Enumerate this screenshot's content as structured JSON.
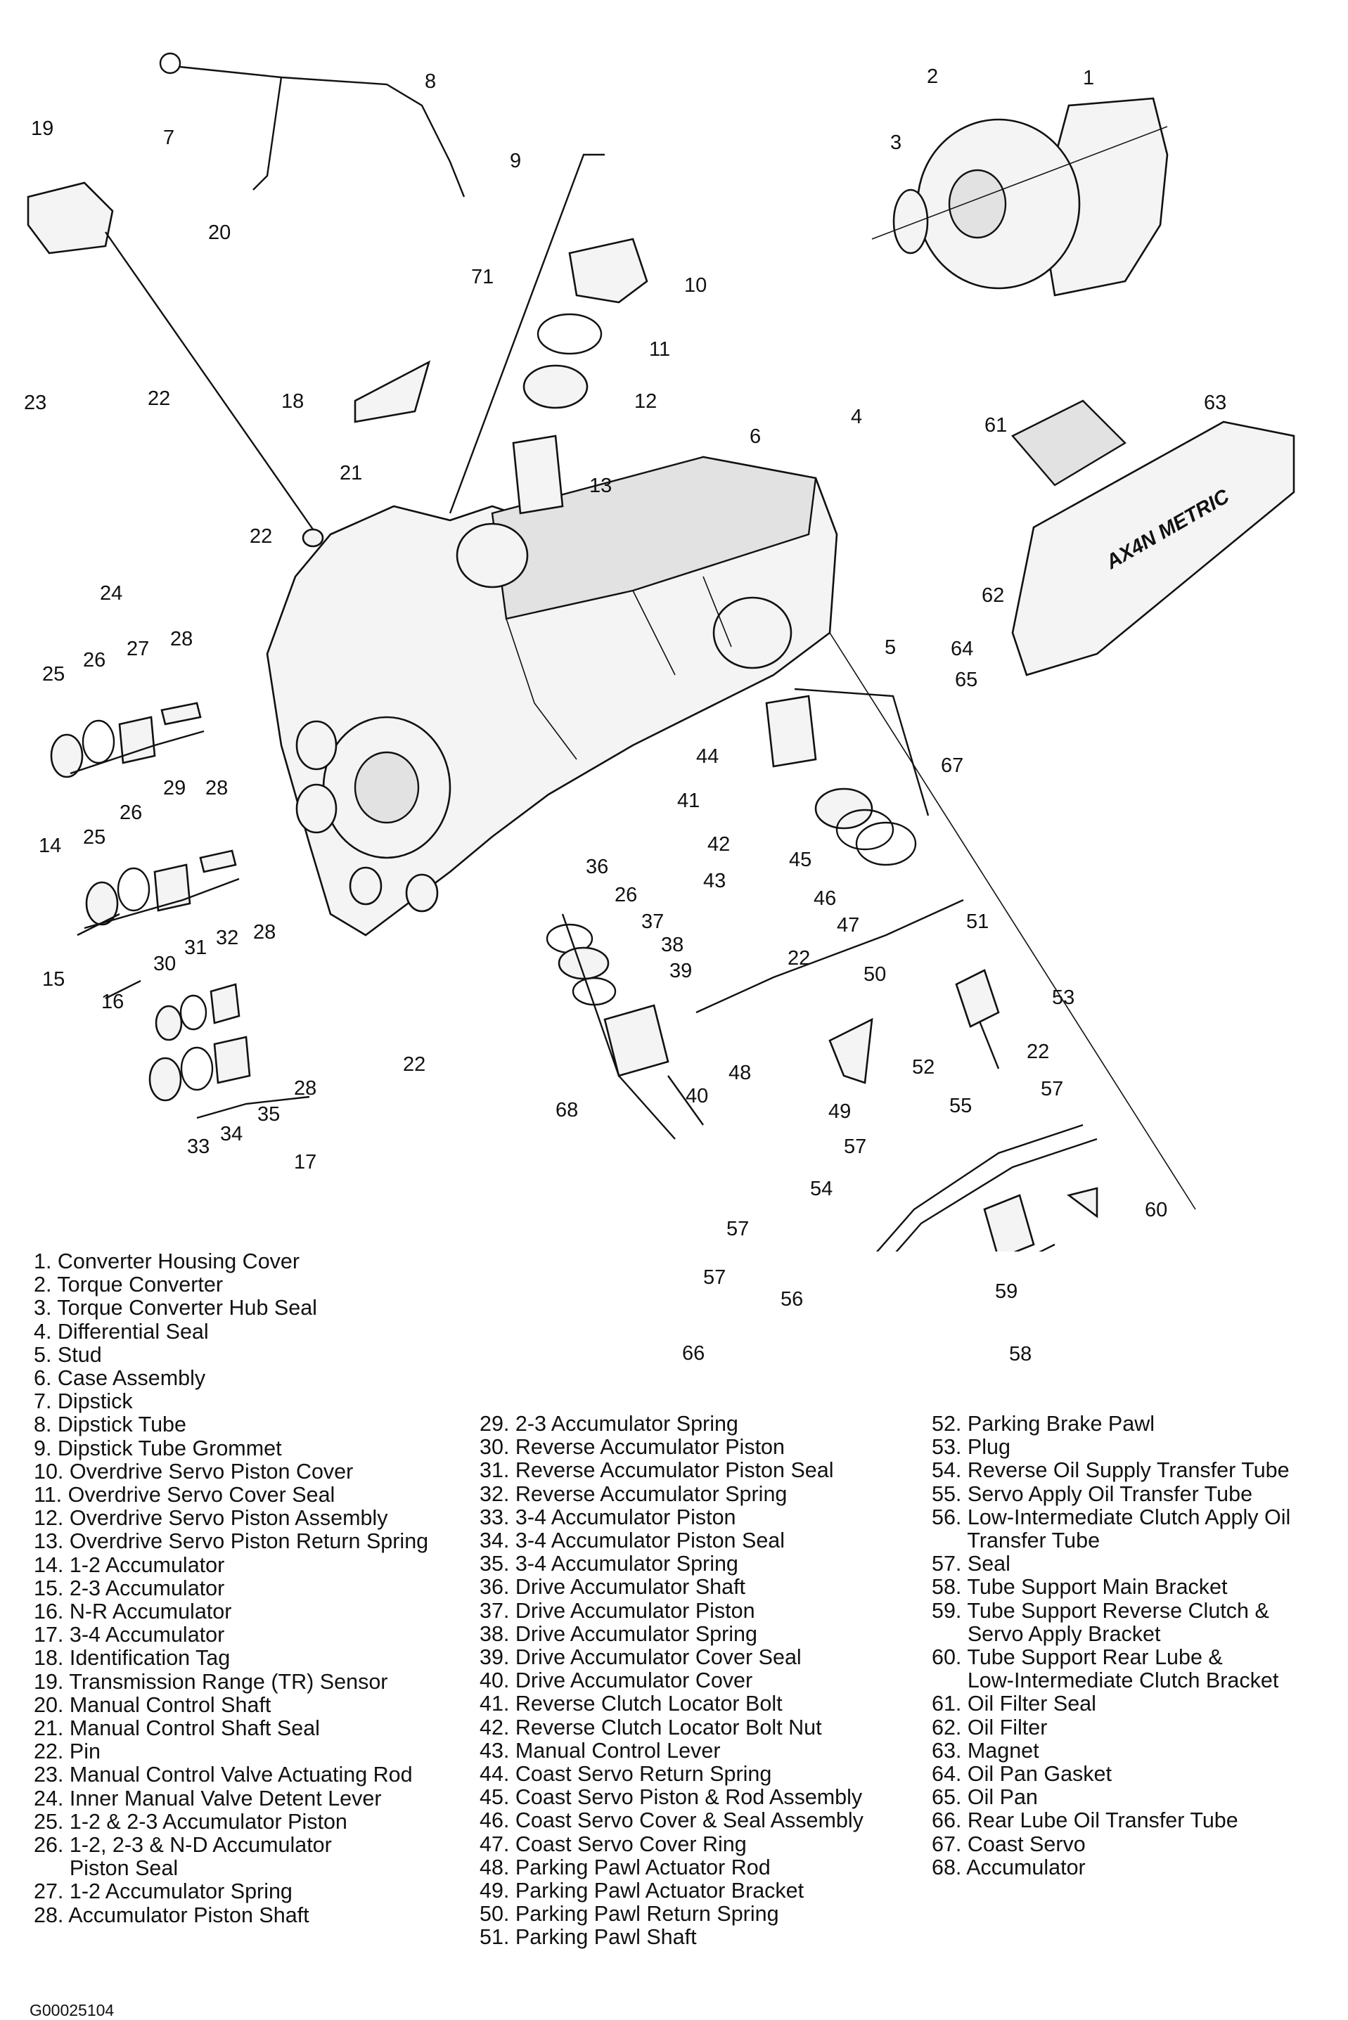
{
  "callouts": [
    "1",
    "2",
    "3",
    "4",
    "5",
    "6",
    "7",
    "8",
    "9",
    "10",
    "11",
    "12",
    "13",
    "14",
    "15",
    "16",
    "17",
    "18",
    "19",
    "20",
    "21",
    "22",
    "23",
    "24",
    "25",
    "26",
    "27",
    "28",
    "29",
    "30",
    "31",
    "32",
    "33",
    "34",
    "35",
    "36",
    "37",
    "38",
    "39",
    "40",
    "41",
    "42",
    "43",
    "44",
    "45",
    "46",
    "47",
    "48",
    "49",
    "50",
    "51",
    "52",
    "53",
    "54",
    "55",
    "56",
    "57",
    "58",
    "59",
    "60",
    "61",
    "62",
    "63",
    "64",
    "65",
    "66",
    "67",
    "68",
    "71"
  ],
  "stamp_text": "AX4N METRIC",
  "legend": {
    "col1": [
      "1. Converter Housing Cover",
      "2. Torque Converter",
      "3. Torque Converter Hub Seal",
      "4. Differential Seal",
      "5. Stud",
      "6. Case Assembly",
      "7. Dipstick",
      "8. Dipstick Tube",
      "9. Dipstick Tube Grommet",
      "10. Overdrive Servo Piston Cover",
      "11. Overdrive Servo Cover Seal",
      "12. Overdrive Servo Piston Assembly",
      "13. Overdrive Servo Piston Return Spring",
      "14. 1-2 Accumulator",
      "15. 2-3 Accumulator",
      "16. N-R Accumulator",
      "17. 3-4 Accumulator",
      "18. Identification Tag",
      "19. Transmission Range (TR) Sensor",
      "20. Manual Control Shaft",
      "21. Manual Control Shaft Seal",
      "22. Pin",
      "23. Manual Control Valve Actuating Rod",
      "24. Inner Manual Valve Detent Lever",
      "25. 1-2 & 2-3 Accumulator Piston",
      "26. 1-2, 2-3 & N-D Accumulator",
      "      Piston Seal",
      "27. 1-2 Accumulator Spring",
      "28. Accumulator Piston Shaft"
    ],
    "col2": [
      "29. 2-3 Accumulator Spring",
      "30. Reverse Accumulator Piston",
      "31. Reverse Accumulator Piston Seal",
      "32. Reverse Accumulator Spring",
      "33. 3-4 Accumulator Piston",
      "34. 3-4 Accumulator Piston Seal",
      "35. 3-4 Accumulator Spring",
      "36. Drive Accumulator Shaft",
      "37. Drive Accumulator Piston",
      "38. Drive Accumulator Spring",
      "39. Drive Accumulator Cover Seal",
      "40. Drive Accumulator Cover",
      "41. Reverse Clutch Locator Bolt",
      "42. Reverse Clutch Locator Bolt Nut",
      "43. Manual Control Lever",
      "44. Coast Servo Return Spring",
      "45. Coast Servo Piston & Rod Assembly",
      "46. Coast Servo Cover & Seal Assembly",
      "47. Coast Servo Cover Ring",
      "48. Parking Pawl Actuator Rod",
      "49. Parking Pawl Actuator Bracket",
      "50. Parking Pawl Return Spring",
      "51. Parking Pawl Shaft"
    ],
    "col3": [
      "52. Parking Brake Pawl",
      "53. Plug",
      "54. Reverse Oil Supply Transfer Tube",
      "55. Servo Apply Oil Transfer Tube",
      "56. Low-Intermediate Clutch Apply Oil",
      "      Transfer Tube",
      "57. Seal",
      "58. Tube Support Main Bracket",
      "59. Tube Support Reverse Clutch &",
      "      Servo Apply Bracket",
      "60. Tube Support Rear Lube &",
      "      Low-Intermediate Clutch Bracket",
      "61. Oil Filter Seal",
      "62. Oil Filter",
      "63. Magnet",
      "64. Oil Pan Gasket",
      "65. Oil Pan",
      "66. Rear Lube Oil Transfer Tube",
      "67. Coast Servo",
      "68. Accumulator"
    ]
  },
  "figure_id": "G00025104"
}
